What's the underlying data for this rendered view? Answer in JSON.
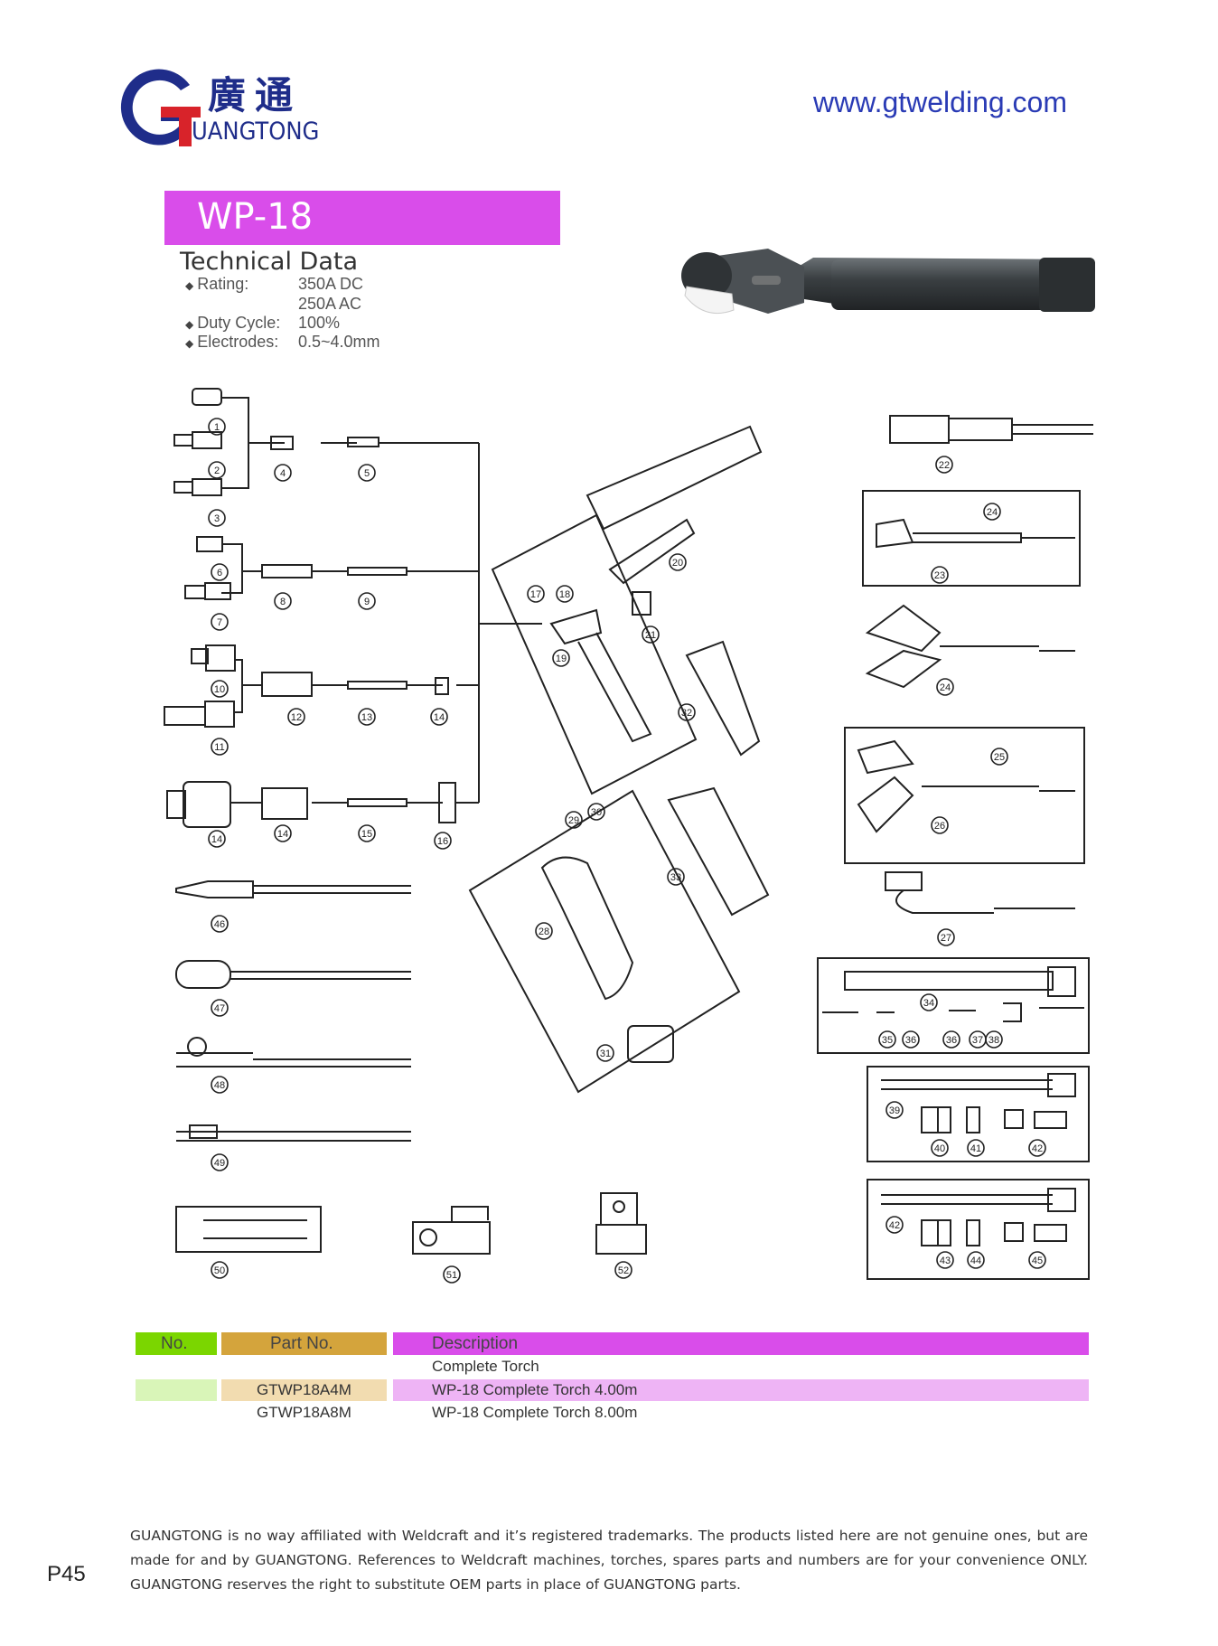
{
  "brand": {
    "logo_letter": "G",
    "logo_cn": "廣通",
    "logo_en": "UANGTONG",
    "website": "www.gtwelding.com",
    "colors": {
      "navy": "#1f2d8a",
      "red": "#d8232a",
      "magenta": "#d94dea"
    }
  },
  "product": {
    "title": "WP-18",
    "tech_heading": "Technical Data",
    "specs": [
      {
        "label": "Rating:",
        "values": [
          "350A DC",
          "250A AC"
        ]
      },
      {
        "label": "Duty Cycle:",
        "values": [
          "100%"
        ]
      },
      {
        "label": "Electrodes:",
        "values": [
          "0.5~4.0mm"
        ]
      }
    ]
  },
  "callouts": [
    "1",
    "2",
    "3",
    "4",
    "5",
    "6",
    "7",
    "8",
    "9",
    "10",
    "11",
    "12",
    "13",
    "14",
    "14",
    "14",
    "15",
    "16",
    "17",
    "18",
    "19",
    "20",
    "21",
    "22",
    "23",
    "24",
    "24",
    "25",
    "26",
    "27",
    "28",
    "29",
    "30",
    "31",
    "32",
    "33",
    "34",
    "35",
    "36",
    "36",
    "37",
    "38",
    "39",
    "40",
    "41",
    "42",
    "42",
    "43",
    "44",
    "45",
    "46",
    "47",
    "48",
    "49",
    "50",
    "51",
    "52"
  ],
  "table": {
    "headers": {
      "no": "No.",
      "part_no": "Part No.",
      "description": "Description"
    },
    "rows": [
      {
        "no": "",
        "part_no": "",
        "description": "Complete Torch"
      },
      {
        "no": "",
        "part_no": "GTWP18A4M",
        "description": "WP-18 Complete Torch 4.00m"
      },
      {
        "no": "",
        "part_no": "GTWP18A8M",
        "description": "WP-18 Complete Torch 8.00m"
      }
    ],
    "colors": {
      "green": "#7bd600",
      "gold": "#d4a43c",
      "magenta": "#d94dea",
      "light_green": "#d9f5b8",
      "light_gold": "#f2dcb0",
      "light_magenta": "#eeb4f5"
    }
  },
  "disclaimer": "GUANGTONG is no way affiliated with Weldcraft and it’s registered trademarks. The products listed here are not genuine ones, but are made for and by GUANGTONG. References to Weldcraft machines, torches, spares parts and numbers are for your convenience ONLY. GUANGTONG reserves the right to substitute OEM parts in place of GUANGTONG parts.",
  "page_number": "P45"
}
